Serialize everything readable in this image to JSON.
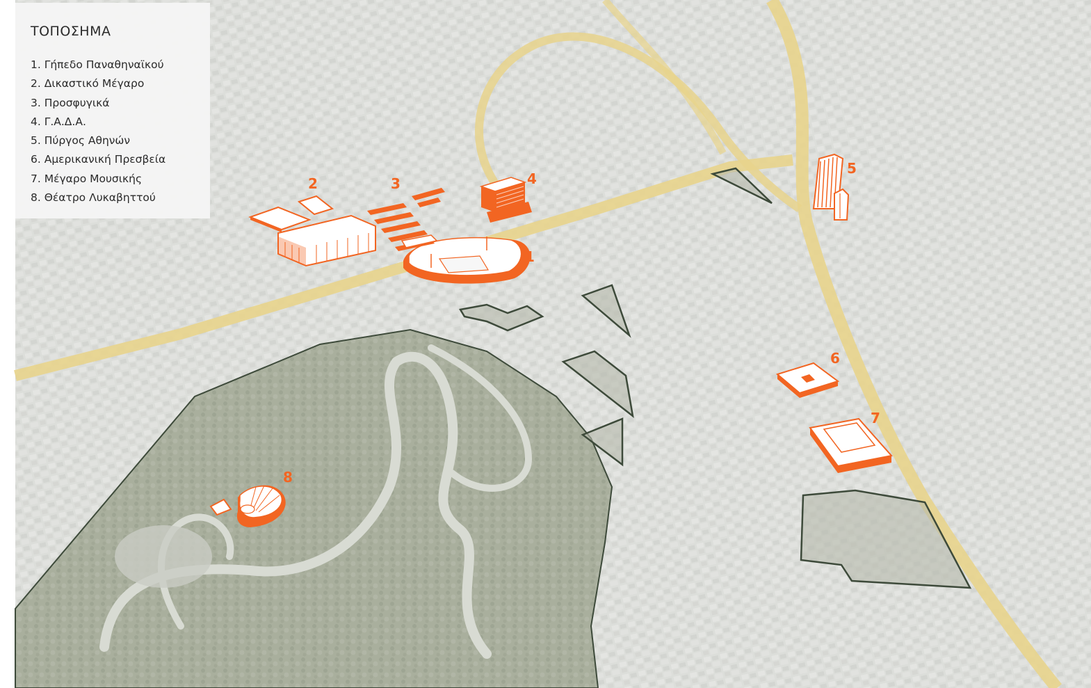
{
  "legend": {
    "title": "ΤΟΠΟΣΗΜΑ",
    "items": [
      "1. Γήπεδο Παναθηναϊκού",
      "2. Δικαστικό Μέγαρο",
      "3. Προσφυγικά",
      "4. Γ.Α.Δ.Α.",
      "5. Πύργος Αθηνών",
      "6. Αμερικανική Πρεσβεία",
      "7. Μέγαρο Μουσικής",
      "8. Θέατρο Λυκαβηττού"
    ]
  },
  "markers": [
    "1",
    "2",
    "3",
    "4",
    "5",
    "6",
    "7",
    "8"
  ],
  "colors": {
    "accent": "#f26522",
    "road": "#e8d48c",
    "outline": "#3d4a3a",
    "park": "#a7ad9b",
    "city": "#c9cbc7"
  }
}
